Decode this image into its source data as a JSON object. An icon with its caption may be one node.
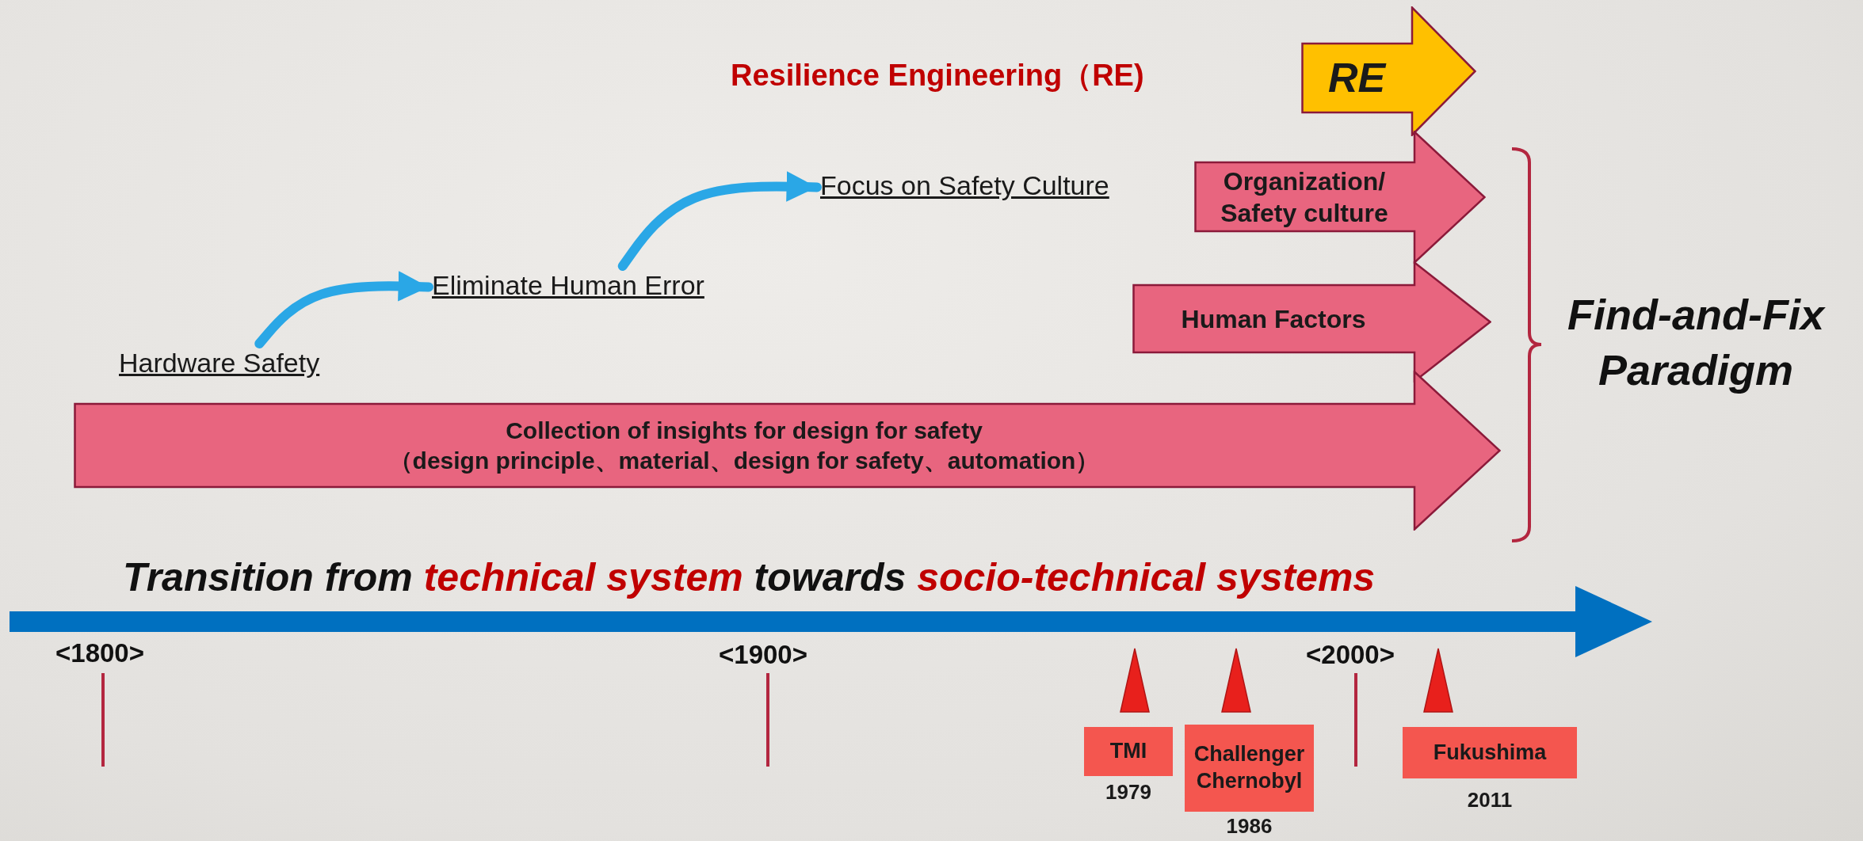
{
  "diagram": {
    "nodes": [
      {
        "text": [
          "RE"
        ]
      },
      {
        "text": [
          "Organization/ Safety culture"
        ]
      },
      {
        "text": [
          "Human Factors"
        ]
      },
      {
        "text": [
          "Collection of insights for design for safety",
          "（design principle、material、design for safety、automation）"
        ]
      },
      {
        "text": [
          "Hardware Safety"
        ]
      },
      {
        "text": [
          "Eliminate Human Error"
        ]
      },
      {
        "text": [
          "Focus on Safety Culture"
        ]
      },
      {
        "text": [
          "TMI"
        ],
        "beside": [
          "1979"
        ]
      },
      {
        "text": [
          "Challenger Chernobyl"
        ],
        "beside": [
          "1986"
        ]
      },
      {
        "text": [
          "Fukushima"
        ],
        "beside": [
          "2011"
        ]
      },
      {
        "text": [],
        "shape": "triangle"
      },
      {
        "text": [],
        "shape": "triangle"
      },
      {
        "text": [],
        "shape": "triangle"
      }
    ],
    "edges": [
      {
        "from": 4,
        "to": 5,
        "arrow": "to",
        "color": "#2aa7e6"
      },
      {
        "from": 5,
        "to": 6,
        "arrow": "to",
        "color": "#2aa7e6"
      }
    ],
    "labels": [
      "Resilience Engineering（RE)",
      "Find-and-Fix Paradigm",
      "Transition from **technical system** towards **socio-technical systems**",
      "<1800>",
      "<1900>",
      "<2000>"
    ]
  }
}
